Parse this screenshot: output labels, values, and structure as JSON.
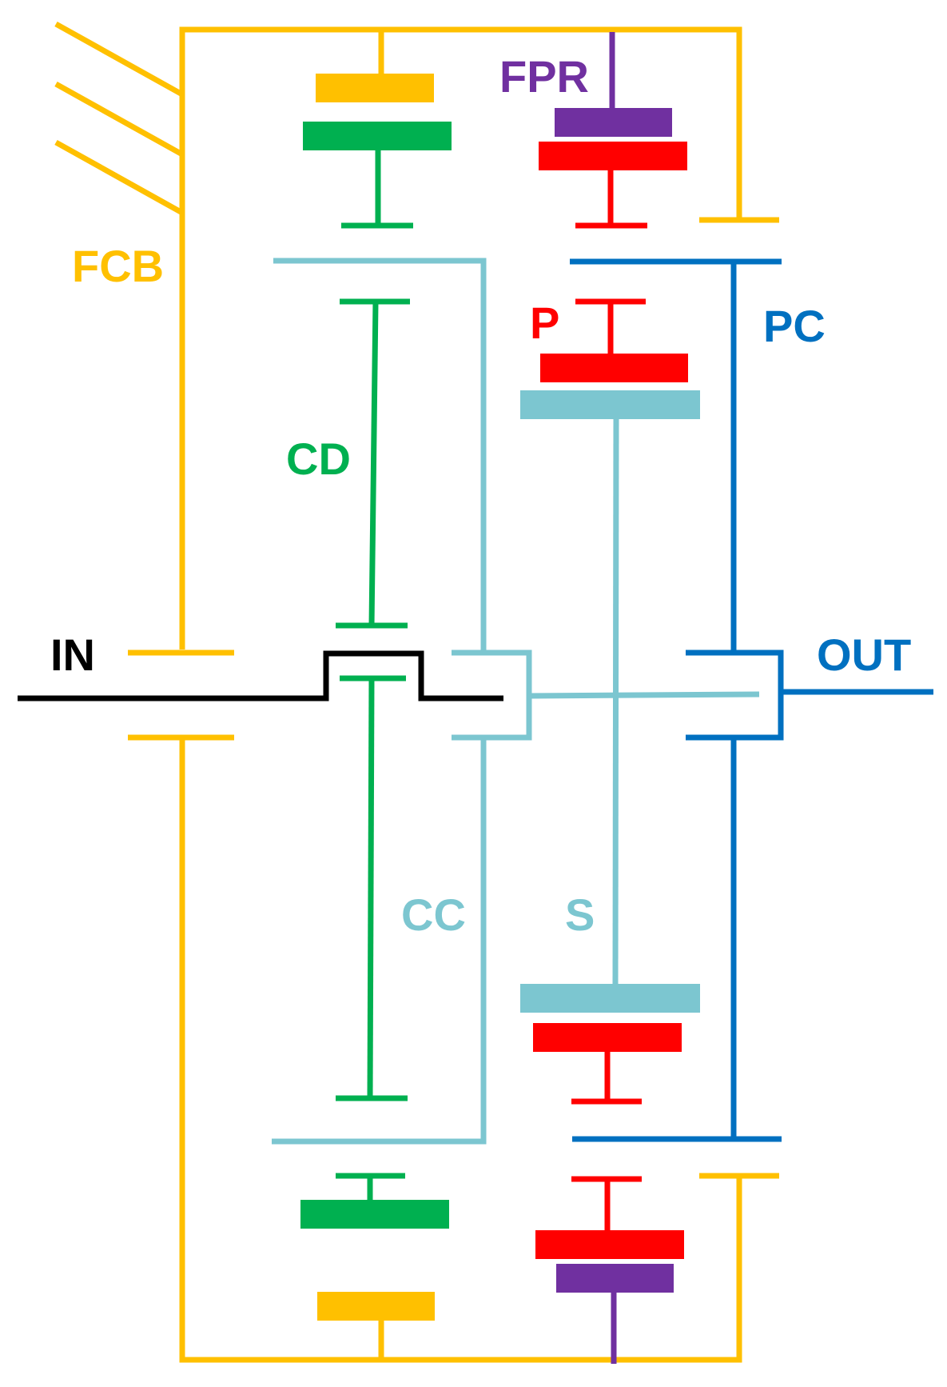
{
  "colors": {
    "frame": "#FFC000",
    "clutch_drum": "#00B050",
    "clutch_carrier": "#7CC6D0",
    "planet": "#FF0000",
    "planet_carrier": "#0070C0",
    "ring_brake": "#7030A0",
    "shaft": "#000000"
  },
  "labels": {
    "fcb": "FCB",
    "fpr": "FPR",
    "cd": "CD",
    "cc": "CC",
    "p": "P",
    "pc": "PC",
    "s": "S",
    "in": "IN",
    "out": "OUT"
  }
}
